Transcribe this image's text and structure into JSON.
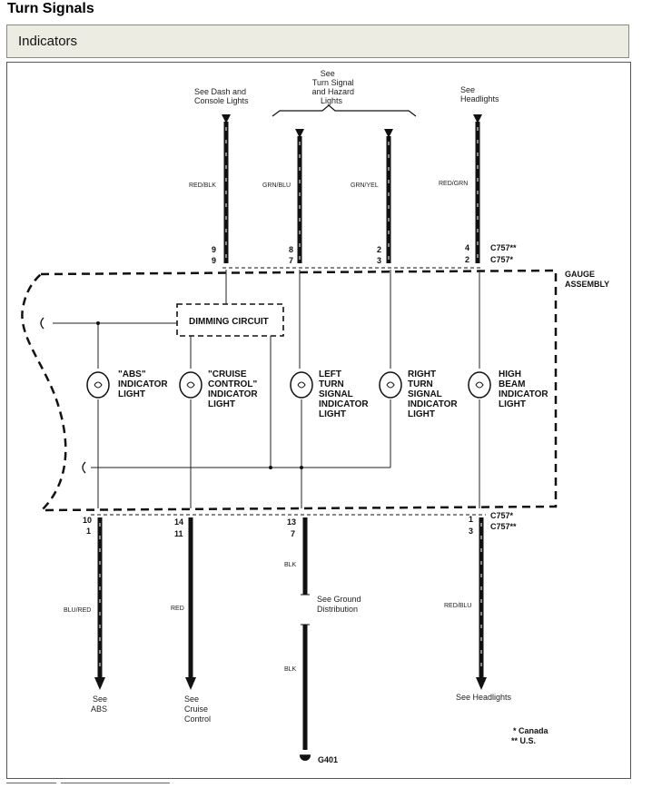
{
  "page": {
    "title": "Turn Signals"
  },
  "section": {
    "label": "Indicators"
  },
  "diagram": {
    "top_refs": {
      "dash": [
        "See Dash and",
        "Console Lights"
      ],
      "turn": [
        "See",
        "Turn Signal",
        "and Hazard",
        "Lights"
      ],
      "headlights": [
        "See",
        "Headlights"
      ]
    },
    "wire_colors": {
      "red_blk": "RED/BLK",
      "grn_blu": "GRN/BLU",
      "grn_yel": "GRN/YEL",
      "red_grn": "RED/GRN",
      "blu_red": "BLU/RED",
      "red": "RED",
      "blk_upper": "BLK",
      "blk_lower": "BLK",
      "red_blu": "RED/BLU"
    },
    "top_pins": {
      "dash": [
        "9",
        "9"
      ],
      "left": [
        "8",
        "7"
      ],
      "right": [
        "2",
        "3"
      ],
      "head": [
        "4",
        "2"
      ]
    },
    "top_connectors": [
      "C757**",
      "C757*"
    ],
    "assembly": [
      "GAUGE",
      "ASSEMBLY"
    ],
    "dimming": "DIMMING CIRCUIT",
    "indicators": {
      "abs": [
        "\"ABS\"",
        "INDICATOR",
        "LIGHT"
      ],
      "cruise": [
        "\"CRUISE",
        "CONTROL\"",
        "INDICATOR",
        "LIGHT"
      ],
      "left": [
        "LEFT",
        "TURN",
        "SIGNAL",
        "INDICATOR",
        "LIGHT"
      ],
      "right": [
        "RIGHT",
        "TURN",
        "SIGNAL",
        "INDICATOR",
        "LIGHT"
      ],
      "high": [
        "HIGH",
        "BEAM",
        "INDICATOR",
        "LIGHT"
      ]
    },
    "bottom_pins": {
      "abs": [
        "10",
        "1"
      ],
      "cruise": [
        "14",
        "11"
      ],
      "ground": [
        "13",
        "7"
      ],
      "head": [
        "1",
        "3"
      ]
    },
    "bottom_connectors": [
      "C757*",
      "C757**"
    ],
    "ground_ref": [
      "See Ground",
      "Distribution"
    ],
    "bottom_refs": {
      "abs": [
        "See",
        "ABS"
      ],
      "cruise": [
        "See",
        "Cruise",
        "Control"
      ],
      "headlights": [
        "See Headlights"
      ]
    },
    "ground_point": "G401",
    "legend": [
      "* Canada",
      "** U.S."
    ]
  }
}
